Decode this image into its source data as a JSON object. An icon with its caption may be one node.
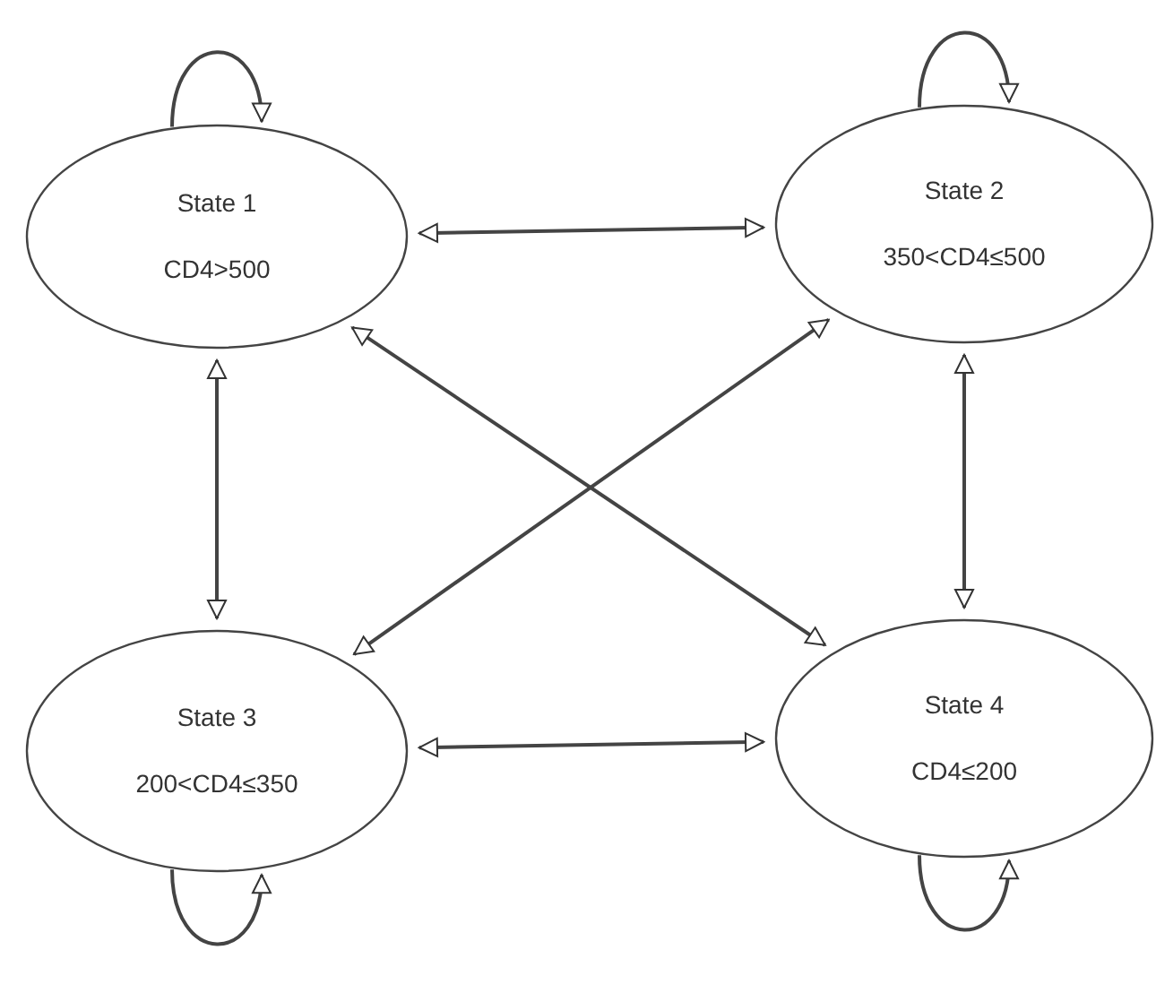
{
  "diagram": {
    "nodes": [
      {
        "text": [
          "State 1",
          "CD4>500"
        ]
      },
      {
        "text": [
          "State 2",
          "350<CD4≤500"
        ]
      },
      {
        "text": [
          "State 3",
          "200<CD4≤350"
        ]
      },
      {
        "text": [
          "State 4",
          "CD4≤200"
        ]
      }
    ],
    "edges": [
      {
        "from": 0,
        "to": 0,
        "arrow": "to"
      },
      {
        "from": 1,
        "to": 1,
        "arrow": "to"
      },
      {
        "from": 0,
        "to": 1,
        "arrow": "both"
      },
      {
        "from": 0,
        "to": 2,
        "arrow": "both"
      },
      {
        "from": 1,
        "to": 3,
        "arrow": "both"
      },
      {
        "from": 0,
        "to": 3,
        "arrow": "both"
      },
      {
        "from": 1,
        "to": 2,
        "arrow": "both"
      },
      {
        "from": 2,
        "to": 3,
        "arrow": "both"
      },
      {
        "from": 2,
        "to": 2,
        "arrow": "to"
      },
      {
        "from": 3,
        "to": 3,
        "arrow": "to"
      }
    ]
  }
}
